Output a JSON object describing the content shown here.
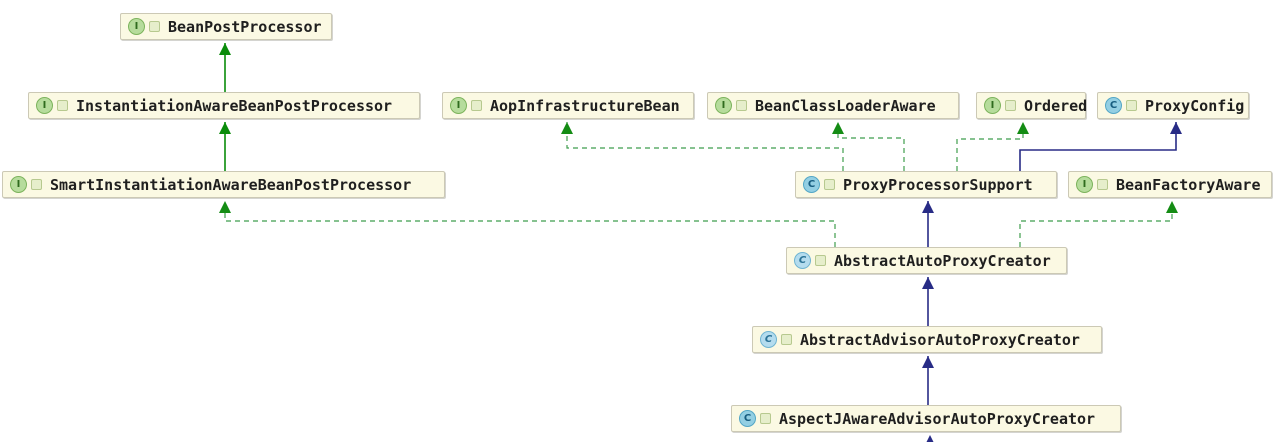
{
  "diagram_title": "",
  "colors": {
    "node_background": "#fbf9e3",
    "node_border": "#ccc9b5",
    "extends_interface_arrow": "#0a8c0a",
    "implements_arrow": "#3f9e4d",
    "extends_class_arrow": "#282c86",
    "interface_badge_bg": "#b6dc9c",
    "class_badge_bg": "#93cfe3"
  },
  "nodes": [
    {
      "id": "BeanPostProcessor",
      "label": "BeanPostProcessor",
      "badge": "I",
      "kind": "interface"
    },
    {
      "id": "InstantiationAwareBeanPostProcessor",
      "label": "InstantiationAwareBeanPostProcessor",
      "badge": "I",
      "kind": "interface"
    },
    {
      "id": "AopInfrastructureBean",
      "label": "AopInfrastructureBean",
      "badge": "I",
      "kind": "interface"
    },
    {
      "id": "BeanClassLoaderAware",
      "label": "BeanClassLoaderAware",
      "badge": "I",
      "kind": "interface"
    },
    {
      "id": "Ordered",
      "label": "Ordered",
      "badge": "I",
      "kind": "interface"
    },
    {
      "id": "ProxyConfig",
      "label": "ProxyConfig",
      "badge": "C",
      "kind": "class"
    },
    {
      "id": "SmartInstantiationAwareBeanPostProcessor",
      "label": "SmartInstantiationAwareBeanPostProcessor",
      "badge": "I",
      "kind": "interface"
    },
    {
      "id": "ProxyProcessorSupport",
      "label": "ProxyProcessorSupport",
      "badge": "C",
      "kind": "class"
    },
    {
      "id": "BeanFactoryAware",
      "label": "BeanFactoryAware",
      "badge": "I",
      "kind": "interface"
    },
    {
      "id": "AbstractAutoProxyCreator",
      "label": "AbstractAutoProxyCreator",
      "badge": "C",
      "kind": "abstract-class"
    },
    {
      "id": "AbstractAdvisorAutoProxyCreator",
      "label": "AbstractAdvisorAutoProxyCreator",
      "badge": "C",
      "kind": "abstract-class"
    },
    {
      "id": "AspectJAwareAdvisorAutoProxyCreator",
      "label": "AspectJAwareAdvisorAutoProxyCreator",
      "badge": "C",
      "kind": "class"
    }
  ],
  "edges": [
    {
      "from": "InstantiationAwareBeanPostProcessor",
      "to": "BeanPostProcessor",
      "relation": "extends",
      "style": "solid-green"
    },
    {
      "from": "SmartInstantiationAwareBeanPostProcessor",
      "to": "InstantiationAwareBeanPostProcessor",
      "relation": "extends",
      "style": "solid-green"
    },
    {
      "from": "ProxyProcessorSupport",
      "to": "AopInfrastructureBean",
      "relation": "implements",
      "style": "dashed-green"
    },
    {
      "from": "ProxyProcessorSupport",
      "to": "BeanClassLoaderAware",
      "relation": "implements",
      "style": "dashed-green"
    },
    {
      "from": "ProxyProcessorSupport",
      "to": "Ordered",
      "relation": "implements",
      "style": "dashed-green"
    },
    {
      "from": "ProxyProcessorSupport",
      "to": "ProxyConfig",
      "relation": "extends",
      "style": "solid-navy"
    },
    {
      "from": "AbstractAutoProxyCreator",
      "to": "SmartInstantiationAwareBeanPostProcessor",
      "relation": "implements",
      "style": "dashed-green"
    },
    {
      "from": "AbstractAutoProxyCreator",
      "to": "BeanFactoryAware",
      "relation": "implements",
      "style": "dashed-green"
    },
    {
      "from": "AbstractAutoProxyCreator",
      "to": "ProxyProcessorSupport",
      "relation": "extends",
      "style": "solid-navy"
    },
    {
      "from": "AbstractAdvisorAutoProxyCreator",
      "to": "AbstractAutoProxyCreator",
      "relation": "extends",
      "style": "solid-navy"
    },
    {
      "from": "AspectJAwareAdvisorAutoProxyCreator",
      "to": "AbstractAdvisorAutoProxyCreator",
      "relation": "extends",
      "style": "solid-navy"
    },
    {
      "from": "(offscreen subclass)",
      "to": "AspectJAwareAdvisorAutoProxyCreator",
      "relation": "extends",
      "style": "solid-navy-partial"
    }
  ]
}
